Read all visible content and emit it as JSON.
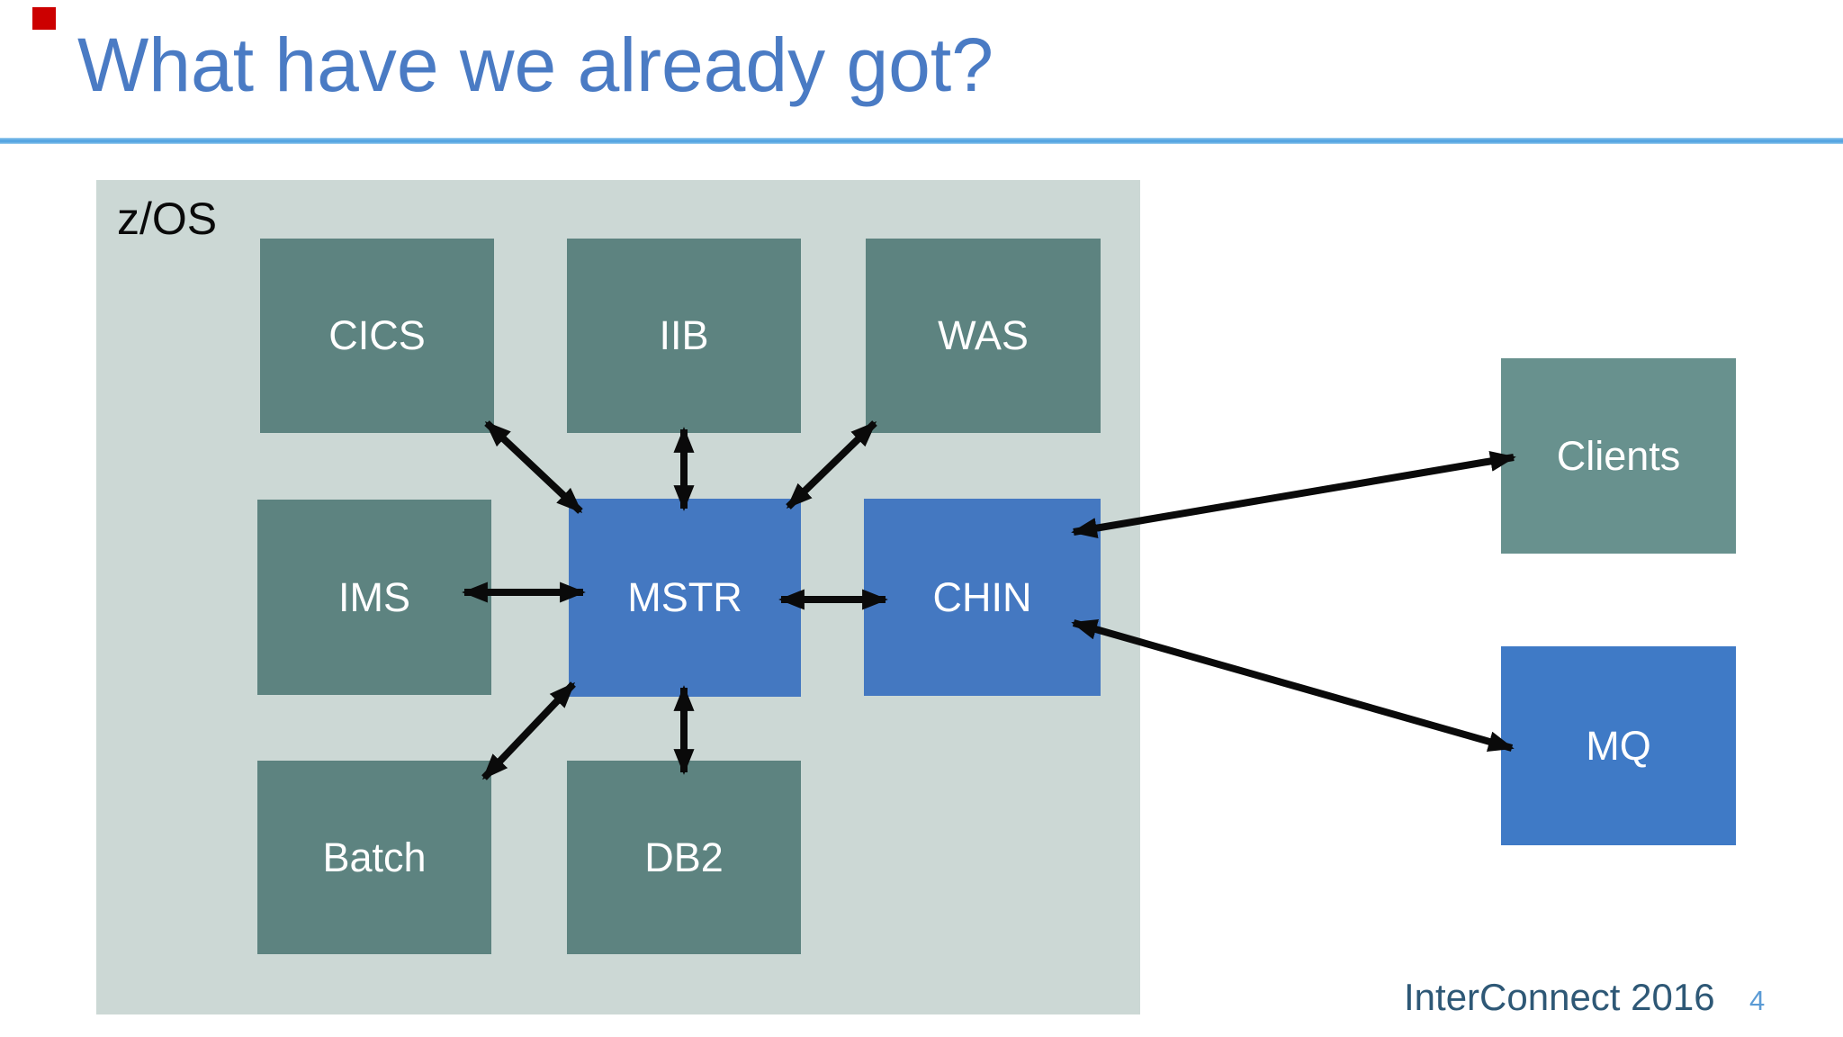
{
  "slide": {
    "title": "What have we already got?",
    "title_color": "#4a7bc4",
    "rule_color": "#57a6e2",
    "red_marker_color": "#cc0000",
    "background_color": "#ffffff"
  },
  "diagram": {
    "container": {
      "label": "z/OS",
      "background_color": "#ccd8d5"
    },
    "nodes": {
      "cics": {
        "label": "CICS",
        "color": "#5d8380",
        "location": "inside z/OS"
      },
      "iib": {
        "label": "IIB",
        "color": "#5d8380",
        "location": "inside z/OS"
      },
      "was": {
        "label": "WAS",
        "color": "#5d8380",
        "location": "inside z/OS"
      },
      "ims": {
        "label": "IMS",
        "color": "#5d8380",
        "location": "inside z/OS"
      },
      "mstr": {
        "label": "MSTR",
        "color": "#4478c1",
        "location": "inside z/OS"
      },
      "chin": {
        "label": "CHIN",
        "color": "#4478c1",
        "location": "inside z/OS"
      },
      "batch": {
        "label": "Batch",
        "color": "#5d8380",
        "location": "inside z/OS"
      },
      "db2": {
        "label": "DB2",
        "color": "#5d8380",
        "location": "inside z/OS"
      },
      "clients": {
        "label": "Clients",
        "color": "#68918e",
        "location": "outside z/OS"
      },
      "mq": {
        "label": "MQ",
        "color": "#3f7ac6",
        "location": "outside z/OS"
      }
    },
    "connections": [
      {
        "from": "MSTR",
        "to": "CICS",
        "bidirectional": true
      },
      {
        "from": "MSTR",
        "to": "IIB",
        "bidirectional": true
      },
      {
        "from": "MSTR",
        "to": "WAS",
        "bidirectional": true
      },
      {
        "from": "MSTR",
        "to": "IMS",
        "bidirectional": true
      },
      {
        "from": "MSTR",
        "to": "CHIN",
        "bidirectional": true
      },
      {
        "from": "MSTR",
        "to": "Batch",
        "bidirectional": true
      },
      {
        "from": "MSTR",
        "to": "DB2",
        "bidirectional": true
      },
      {
        "from": "CHIN",
        "to": "Clients",
        "bidirectional": true
      },
      {
        "from": "CHIN",
        "to": "MQ",
        "bidirectional": true
      }
    ],
    "arrow_color": "#0a0a0a"
  },
  "footer": {
    "conference": "InterConnect 2016",
    "page_number": "4"
  }
}
